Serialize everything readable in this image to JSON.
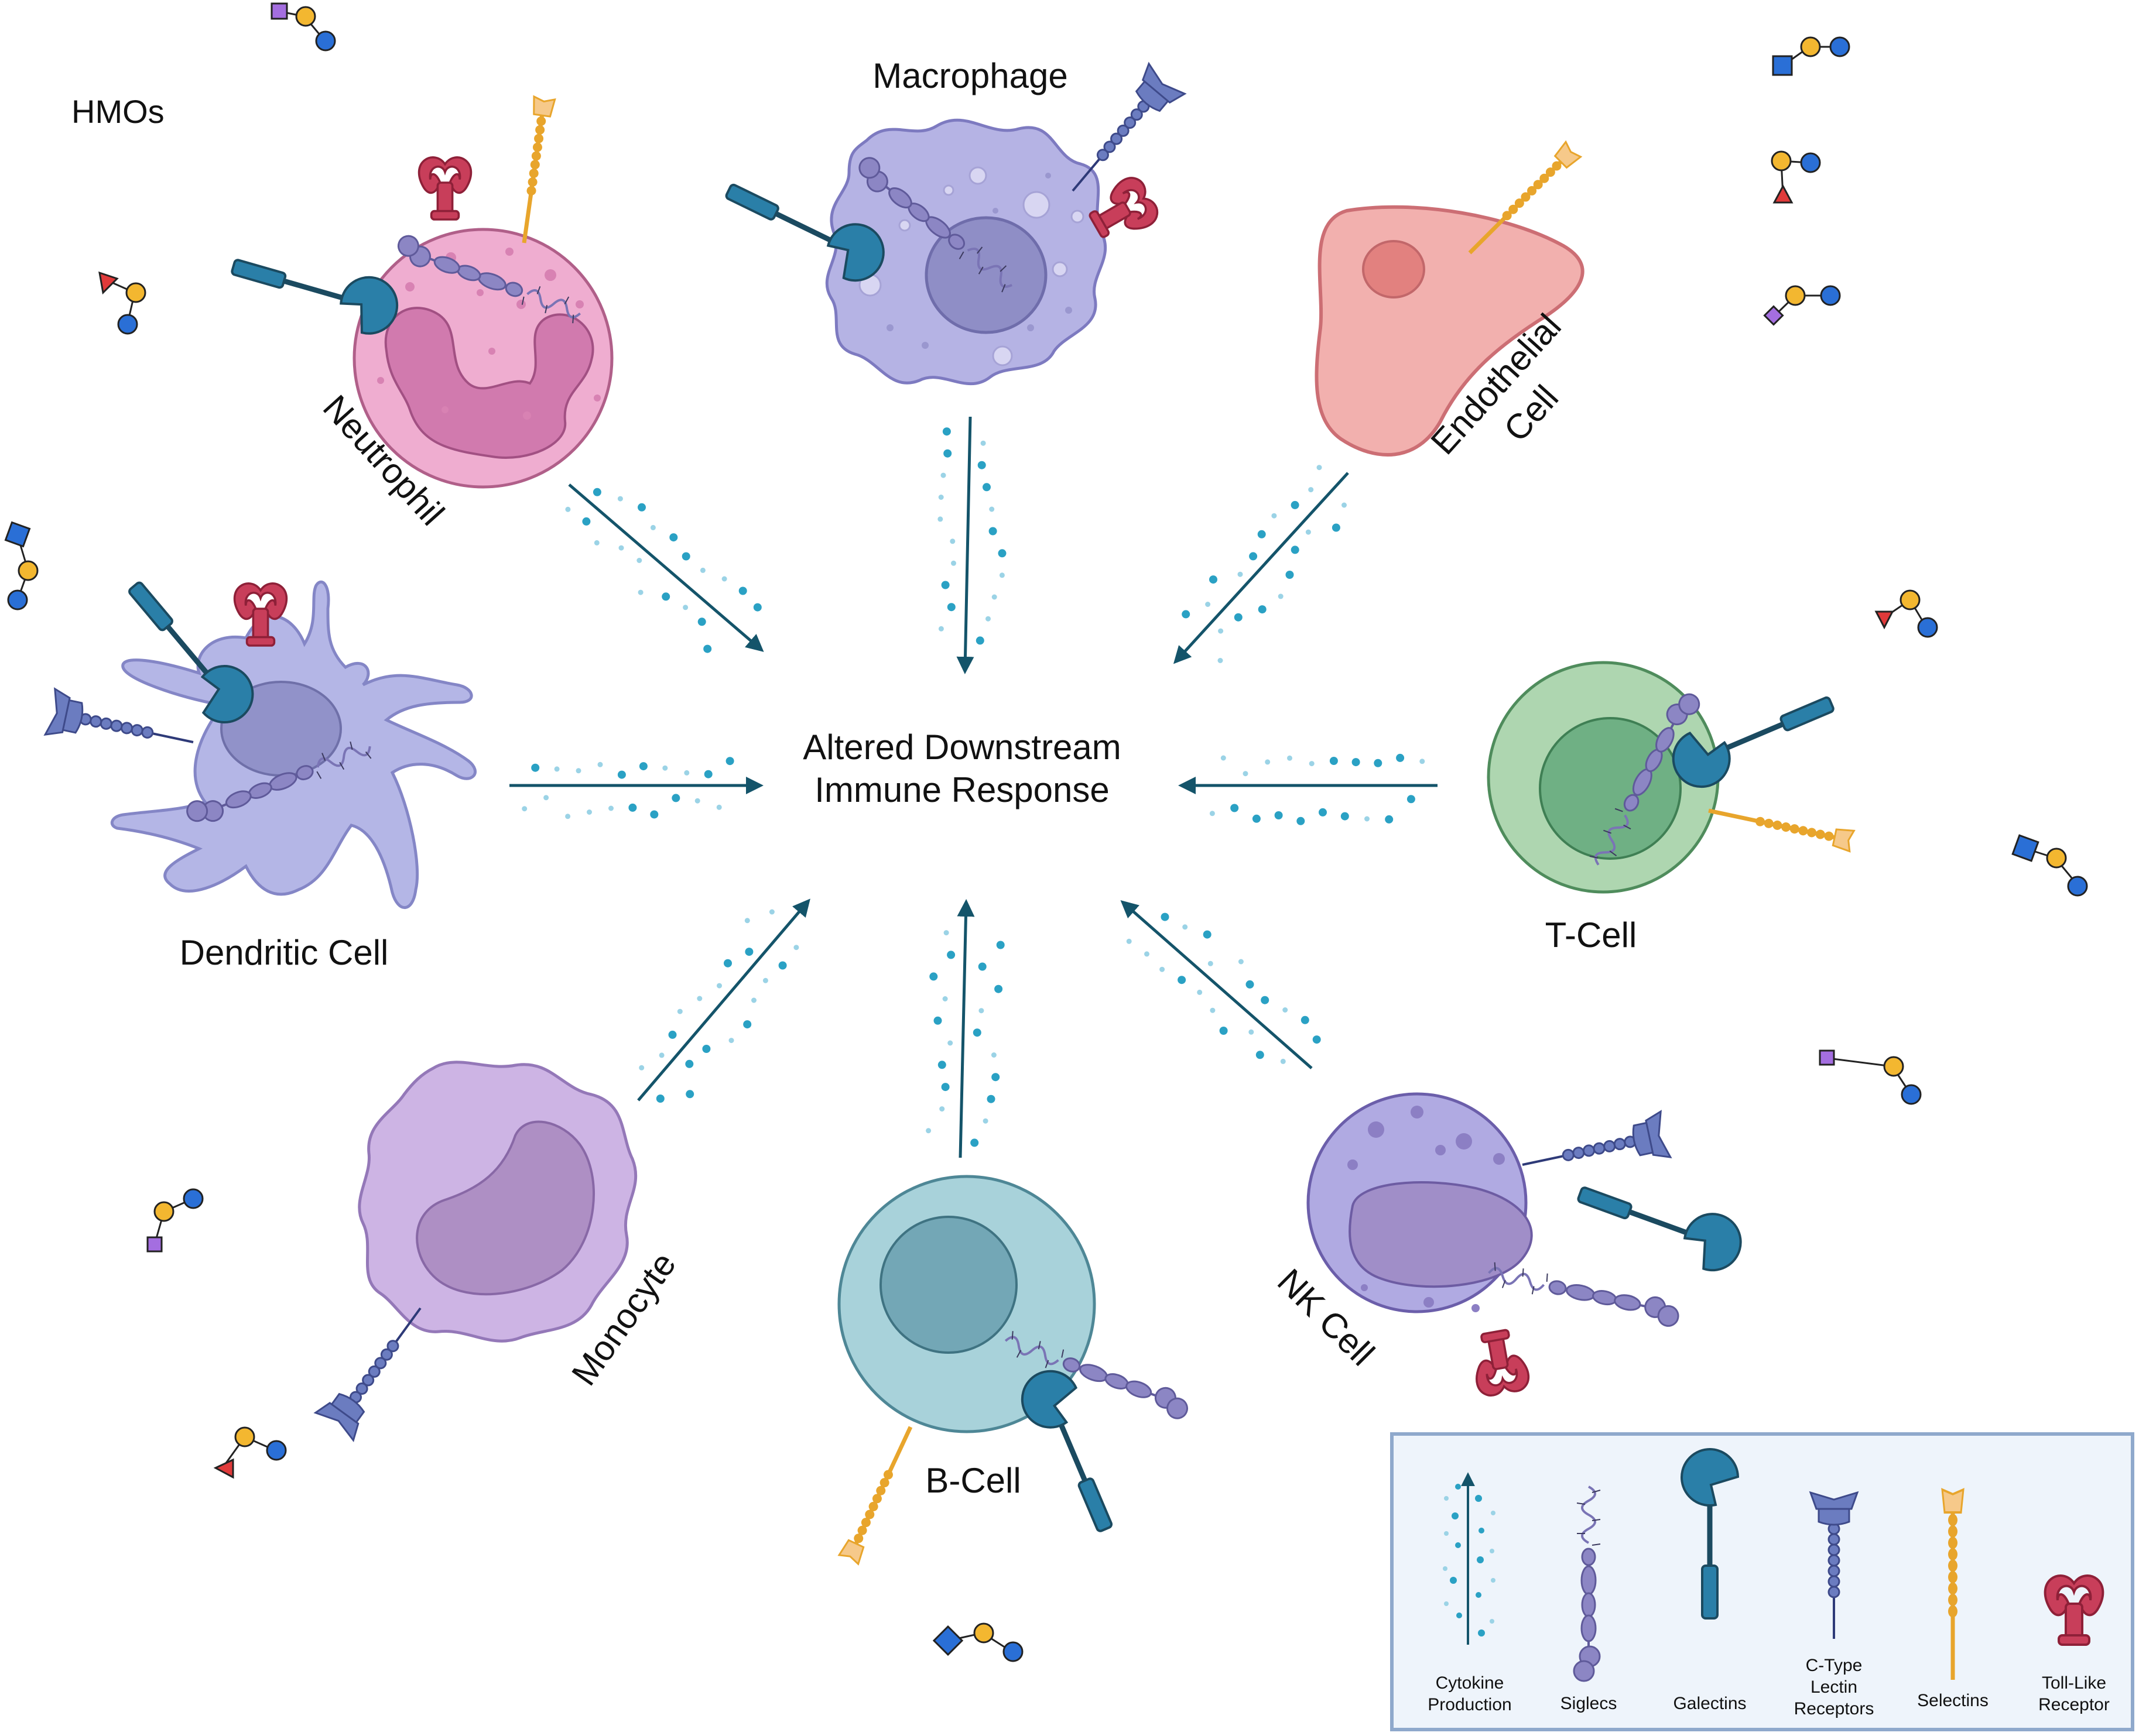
{
  "labels": {
    "hmos": "HMOs",
    "center_line1": "Altered Downstream",
    "center_line2": "Immune Response"
  },
  "cells": {
    "macrophage": "Macrophage",
    "neutrophil": "Neutrophil",
    "endothelial_line1": "Endothelial",
    "endothelial_line2": "Cell",
    "dendritic": "Dendritic Cell",
    "t_cell": "T-Cell",
    "monocyte": "Monocyte",
    "b_cell": "B-Cell",
    "nk_cell": "NK Cell"
  },
  "legend": {
    "cytokine_line1": "Cytokine",
    "cytokine_line2": "Production",
    "siglecs": "Siglecs",
    "galectins": "Galectins",
    "ctype_line1": "C-Type",
    "ctype_line2": "Lectin",
    "ctype_line3": "Receptors",
    "selectins": "Selectins",
    "tlr_line1": "Toll-Like",
    "tlr_line2": "Receptor"
  },
  "colors": {
    "arrow": "#14546a",
    "cytokine_dot": "#2aa1c4",
    "galectin": "#2a7fa8",
    "galectin_stem": "#1b4a60",
    "siglec": "#8c86c4",
    "ctype": "#6b7cc0",
    "selectin": "#e8a52c",
    "tlr": "#c83e5a",
    "neutrophil": "#efadd0",
    "macrophage": "#b5b3e4",
    "endothelial": "#f2b0ae",
    "dendritic": "#b4b6e6",
    "t_cell": "#aed6b0",
    "monocyte": "#cdb4e4",
    "b_cell": "#a8d2da",
    "nk_cell": "#b0aae2",
    "legend_bg": "#eef4fb",
    "legend_border": "#8fa9cc"
  }
}
